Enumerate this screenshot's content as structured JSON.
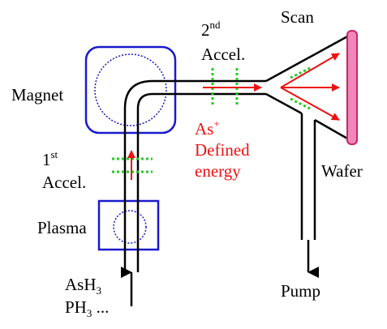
{
  "labels": {
    "magnet": "Magnet",
    "accel1_num": "1",
    "accel1_sup": "st",
    "accel1_word": "Accel.",
    "accel2_num": "2",
    "accel2_sup": "nd",
    "accel2_word": "Accel.",
    "scan": "Scan",
    "wafer": "Wafer",
    "plasma": "Plasma",
    "pump": "Pump",
    "ion_species": "As",
    "ion_charge": "+",
    "defined": "Defined",
    "energy": "energy",
    "gas1_a": "AsH",
    "gas1_sub": "3",
    "gas2_a": "PH",
    "gas2_sub": "3",
    "gas2_b": " ..."
  },
  "colors": {
    "box": "#1a1acc",
    "beam_arrow": "#ee1111",
    "accel_grid": "#22cc22",
    "wafer_fill": "#ee88bb",
    "wafer_stroke": "#cc2266",
    "ion_label": "#ee1111",
    "tube": "#000000"
  }
}
